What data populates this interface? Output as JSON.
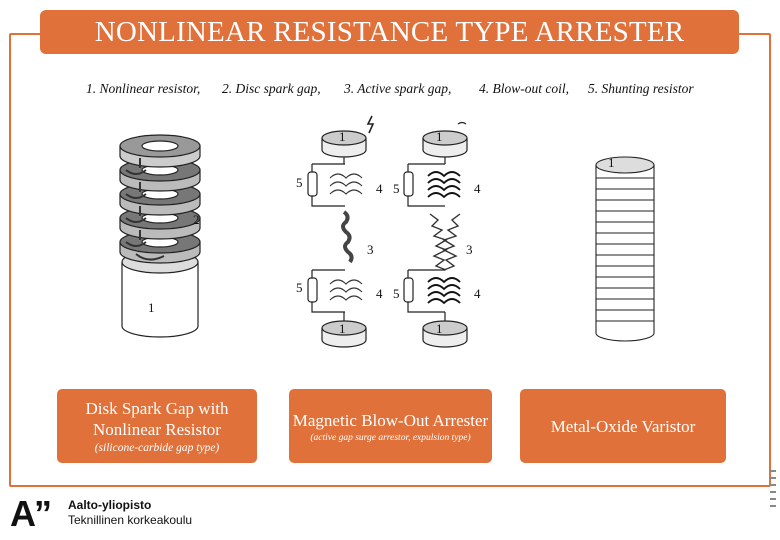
{
  "title": "NONLINEAR RESISTANCE TYPE ARRESTER",
  "legend": [
    "1. Nonlinear resistor,",
    "2.  Disc spark gap,",
    "3.  Active spark gap,",
    "4.  Blow-out coil,",
    "5.  Shunting resistor"
  ],
  "labels": {
    "n1": "1",
    "n2": "2",
    "n3": "3",
    "n4": "4",
    "n5": "5"
  },
  "captions": {
    "left_main": "Disk Spark Gap with Nonlinear Resistor",
    "left_sub": "(silicone-carbide gap type)",
    "mid_main": "Magnetic Blow-Out Arrester",
    "mid_sub": "(active gap surge arrestor, expulsion type)",
    "right_main": "Metal-Oxide Varistor"
  },
  "logo": {
    "mark": "A”",
    "title": "Aalto-yliopisto",
    "subtitle": "Teknillinen korkeakoulu"
  },
  "colors": {
    "accent": "#e0713a",
    "ink": "#111111"
  }
}
